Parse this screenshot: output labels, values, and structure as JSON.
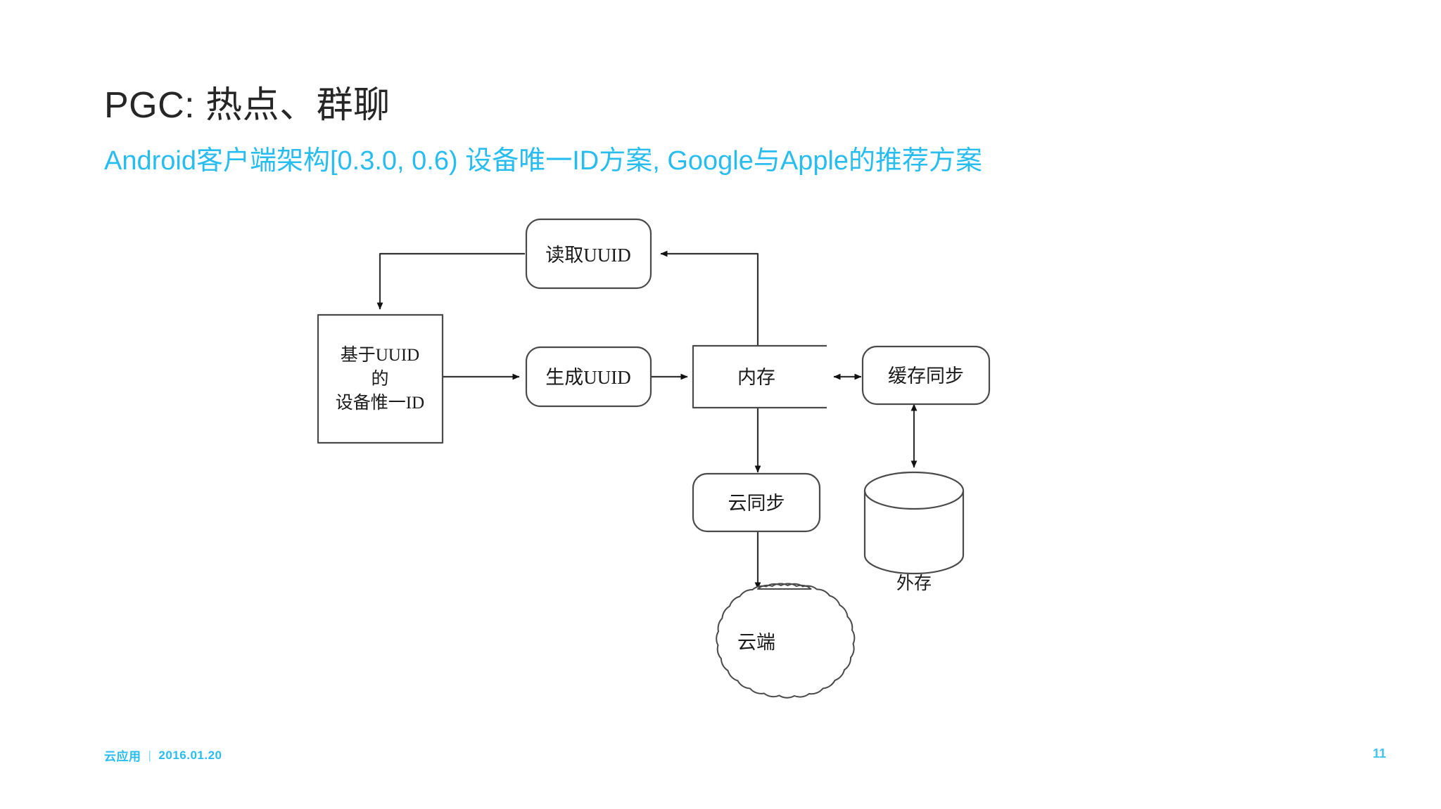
{
  "slide": {
    "title": "PGC: 热点、群聊",
    "subtitle": "Android客户端架构[0.3.0, 0.6) 设备唯一ID方案, Google与Apple的推荐方案",
    "accent_color": "#29bdef",
    "title_color": "#262626",
    "background_color": "#ffffff",
    "stroke_color": "#4a4a4a"
  },
  "footer": {
    "project": "云应用",
    "separator": "|",
    "date": "2016.01.20",
    "page_number": "11"
  },
  "chart_data": {
    "type": "diagram",
    "title": "设备唯一ID方案流程图",
    "nodes": [
      {
        "id": "read-uuid",
        "label": "读取UUID",
        "shape": "rounded-rect"
      },
      {
        "id": "device-id",
        "label": "基于UUID\n的\n设备惟一ID",
        "shape": "rect"
      },
      {
        "id": "gen-uuid",
        "label": "生成UUID",
        "shape": "rounded-rect"
      },
      {
        "id": "memory",
        "label": "内存",
        "shape": "open-rect"
      },
      {
        "id": "cache-sync",
        "label": "缓存同步",
        "shape": "rounded-rect"
      },
      {
        "id": "cloud-sync",
        "label": "云同步",
        "shape": "rounded-rect"
      },
      {
        "id": "ext-storage",
        "label": "外存",
        "shape": "cylinder"
      },
      {
        "id": "cloud",
        "label": "云端",
        "shape": "cloud"
      }
    ],
    "edges": [
      {
        "from": "read-uuid",
        "to": "device-id",
        "style": "elbow",
        "arrow": "single"
      },
      {
        "from": "device-id",
        "to": "gen-uuid",
        "style": "straight",
        "arrow": "single"
      },
      {
        "from": "gen-uuid",
        "to": "memory",
        "style": "straight",
        "arrow": "single"
      },
      {
        "from": "memory",
        "to": "read-uuid",
        "style": "elbow",
        "arrow": "single"
      },
      {
        "from": "memory",
        "to": "cache-sync",
        "style": "straight",
        "arrow": "double"
      },
      {
        "from": "memory",
        "to": "cloud-sync",
        "style": "straight",
        "arrow": "single"
      },
      {
        "from": "cache-sync",
        "to": "ext-storage",
        "style": "straight",
        "arrow": "double"
      },
      {
        "from": "cloud-sync",
        "to": "cloud",
        "style": "straight",
        "arrow": "single"
      }
    ],
    "node_labels": {
      "read_uuid": "读取UUID",
      "device_id_line1": "基于UUID",
      "device_id_line2": "的",
      "device_id_line3": "设备惟一ID",
      "gen_uuid": "生成UUID",
      "memory": "内存",
      "cache_sync": "缓存同步",
      "cloud_sync": "云同步",
      "ext_storage": "外存",
      "cloud": "云端"
    }
  }
}
